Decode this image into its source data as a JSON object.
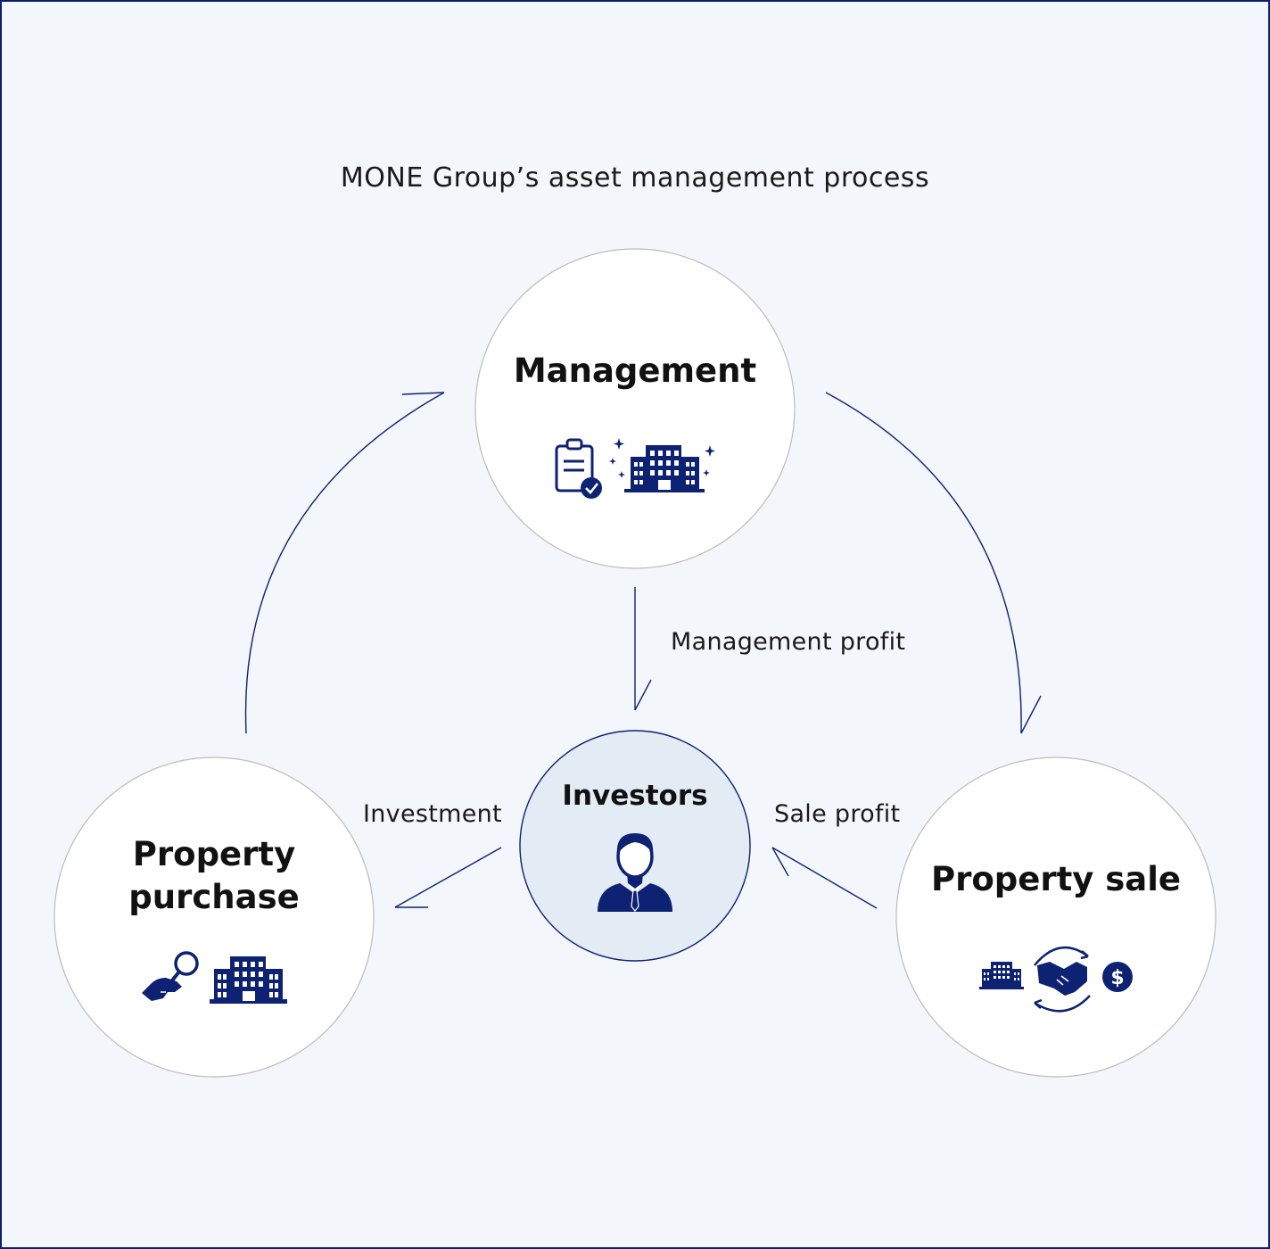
{
  "diagram": {
    "title": "MONE Group’s asset management process",
    "nodes": {
      "management": {
        "label": "Management",
        "icons": [
          "clipboard-check-icon",
          "sparkling-building-icon"
        ]
      },
      "property_purchase": {
        "label_line1": "Property",
        "label_line2": "purchase",
        "icons": [
          "hand-key-icon",
          "building-icon"
        ]
      },
      "property_sale": {
        "label": "Property sale",
        "icons": [
          "building-icon",
          "handshake-cycle-icon",
          "dollar-coin-icon"
        ]
      },
      "investors": {
        "label": "Investors",
        "icons": [
          "businessman-icon"
        ]
      }
    },
    "edges": [
      {
        "from": "management",
        "to": "investors",
        "label": "Management profit"
      },
      {
        "from": "investors",
        "to": "property_purchase",
        "label": "Investment"
      },
      {
        "from": "property_sale",
        "to": "investors",
        "label": "Sale profit"
      },
      {
        "from": "property_purchase",
        "to": "management",
        "label": ""
      },
      {
        "from": "management",
        "to": "property_sale",
        "label": ""
      }
    ],
    "colors": {
      "navy": "#0d2272",
      "circle_border": "#bcbcbc",
      "investor_fill": "#e3ebf5",
      "investor_border": "#0d2272",
      "background": "#f3f6fa"
    }
  }
}
